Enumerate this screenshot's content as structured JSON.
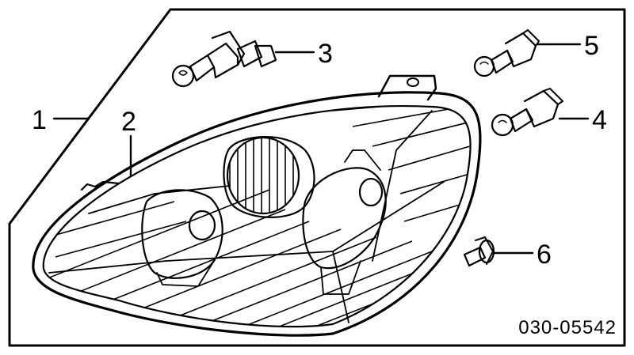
{
  "diagram": {
    "part_number": "030-05542",
    "callouts": [
      {
        "id": "1",
        "label": "1"
      },
      {
        "id": "2",
        "label": "2"
      },
      {
        "id": "3",
        "label": "3"
      },
      {
        "id": "4",
        "label": "4"
      },
      {
        "id": "5",
        "label": "5"
      },
      {
        "id": "6",
        "label": "6"
      }
    ]
  }
}
